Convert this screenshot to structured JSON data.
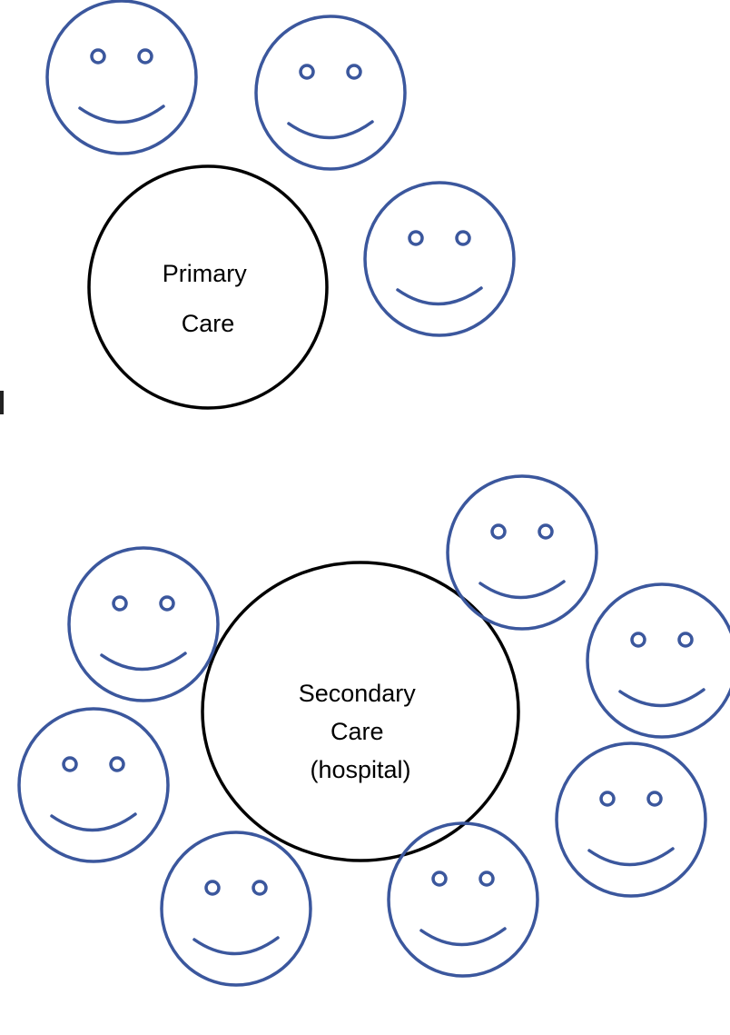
{
  "colors": {
    "face_stroke": "#3b579d",
    "care_stroke": "#000000",
    "background": "#ffffff"
  },
  "primary_care": {
    "label_lines": [
      "Primary",
      "Care"
    ]
  },
  "secondary_care": {
    "label_lines": [
      "Secondary",
      "Care",
      "(hospital)"
    ]
  },
  "primary_faces": [
    {
      "name": "primary-smiley-face-1-icon"
    },
    {
      "name": "primary-smiley-face-2-icon"
    },
    {
      "name": "primary-smiley-face-3-icon"
    }
  ],
  "secondary_faces": [
    {
      "name": "secondary-smiley-face-1-icon"
    },
    {
      "name": "secondary-smiley-face-2-icon"
    },
    {
      "name": "secondary-smiley-face-3-icon"
    },
    {
      "name": "secondary-smiley-face-4-icon"
    },
    {
      "name": "secondary-smiley-face-5-icon"
    },
    {
      "name": "secondary-smiley-face-6-icon"
    },
    {
      "name": "secondary-smiley-face-7-icon"
    }
  ]
}
